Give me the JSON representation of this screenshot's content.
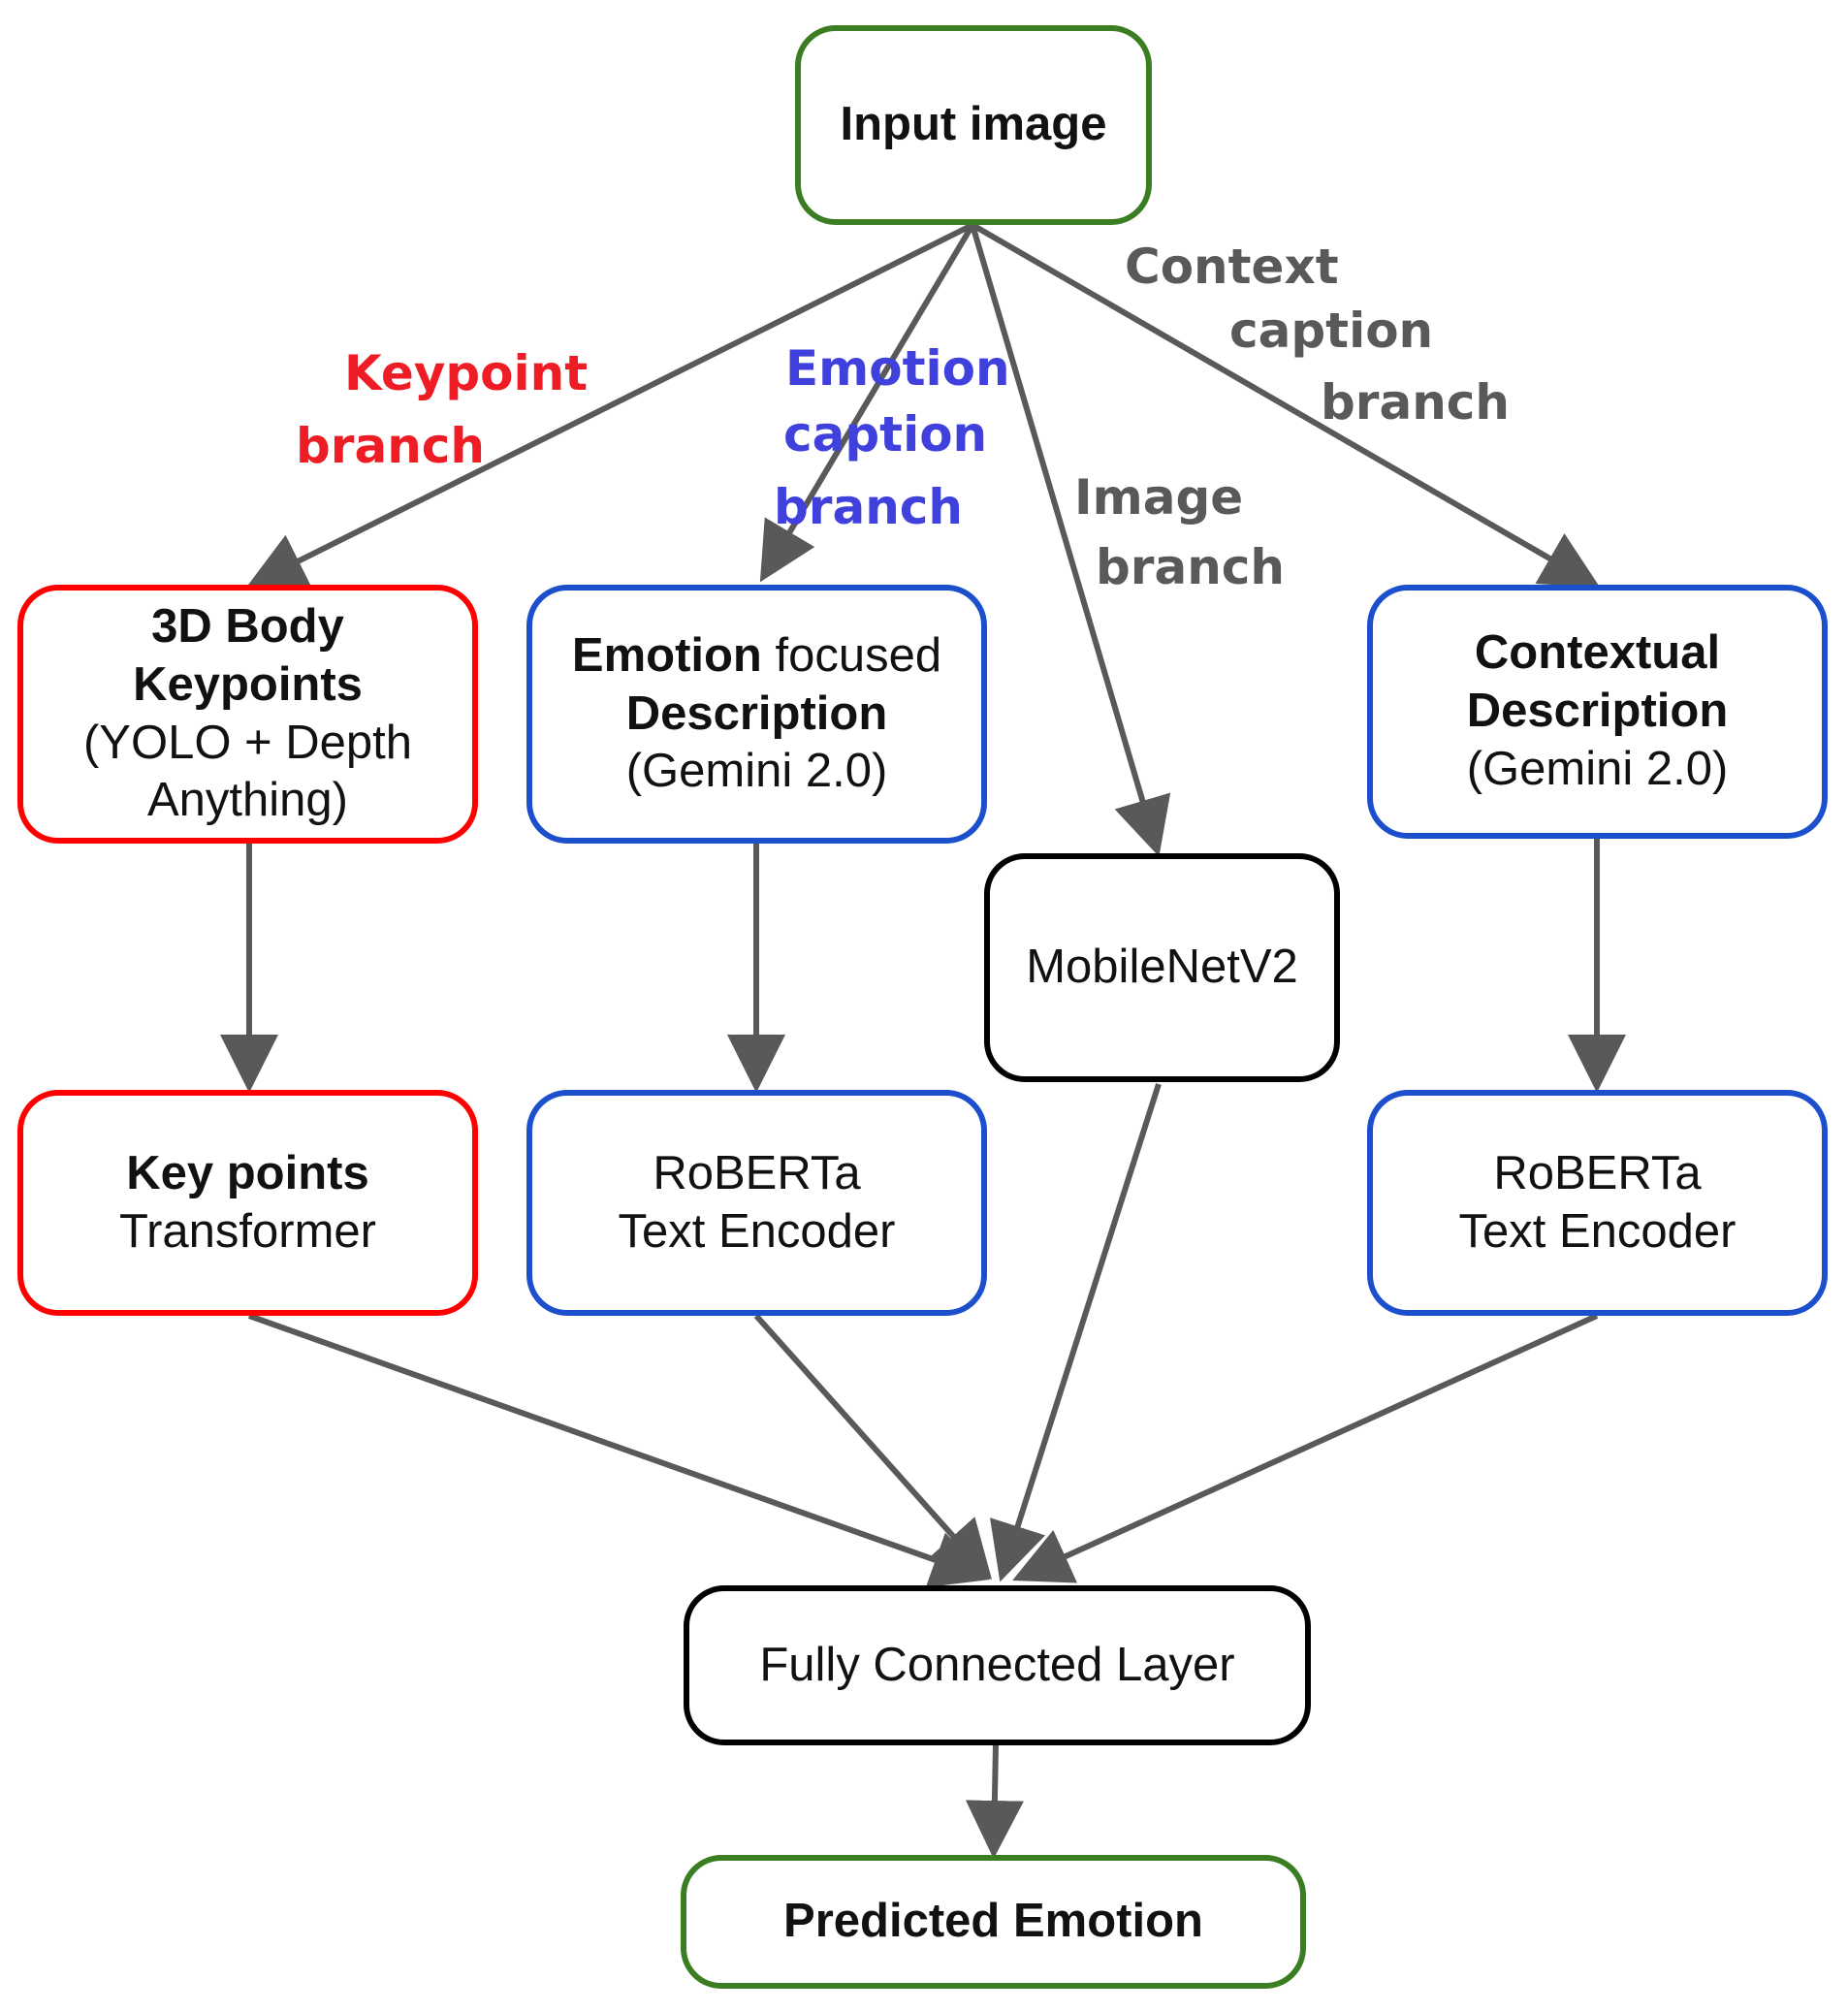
{
  "colors": {
    "green": "#3b7d23",
    "red": "#ff0000",
    "blue": "#1c4fcc",
    "black": "#000000",
    "arrow": "#595959",
    "keypoint_label": "#ee1c24",
    "emotion_label": "#4040dd",
    "gray_label": "#595959"
  },
  "nodes": {
    "input": {
      "line1": "Input image"
    },
    "body_keypoints": {
      "line1": "3D Body",
      "line2": "Keypoints",
      "line3": "(YOLO + Depth",
      "line4": "Anything)"
    },
    "emotion_desc": {
      "line1_bold": "Emotion",
      "line1_rest": " focused",
      "line2": "Description",
      "line3": "(Gemini 2.0)"
    },
    "context_desc": {
      "line1": "Contextual",
      "line2": "Description",
      "line3": "(Gemini 2.0)"
    },
    "mobilenet": {
      "line1": "MobileNetV2"
    },
    "keypoints_transformer": {
      "line1": "Key points",
      "line2": "Transformer"
    },
    "roberta_emotion": {
      "line1": "RoBERTa",
      "line2": "Text Encoder"
    },
    "roberta_context": {
      "line1": "RoBERTa",
      "line2": "Text Encoder"
    },
    "fc": {
      "line1": "Fully Connected Layer"
    },
    "output": {
      "line1": "Predicted Emotion"
    }
  },
  "labels": {
    "keypoint": {
      "line1": "Keypoint",
      "line2": "branch"
    },
    "emotion": {
      "line1": "Emotion",
      "line2": "caption",
      "line3": "branch"
    },
    "image": {
      "line1": "Image",
      "line2": "branch"
    },
    "context": {
      "line1": "Context",
      "line2": "caption",
      "line3": "branch"
    }
  }
}
